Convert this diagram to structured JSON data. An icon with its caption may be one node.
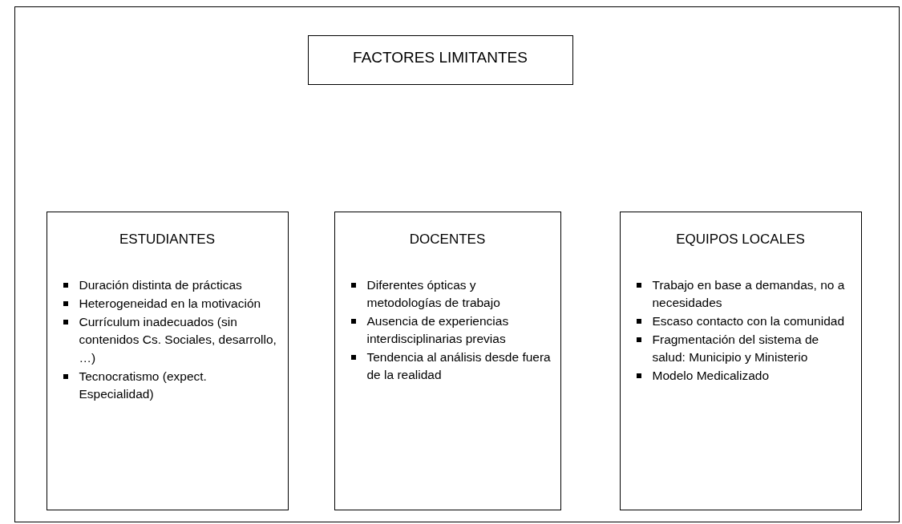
{
  "diagram": {
    "nodes": [
      {
        "text": [],
        "shape": "box"
      },
      {
        "text": [
          "FACTORES LIMITANTES"
        ],
        "in": 0
      },
      {
        "text": [
          "ESTUDIANTES",
          "Duración distinta de prácticas",
          "Heterogeneidad en la motivación",
          "Currículum inadecuados  (sin contenidos Cs. Sociales, desarrollo, …)",
          "Tecnocratismo (expect. Especialidad)"
        ],
        "in": 0
      },
      {
        "text": [
          "DOCENTES",
          "Diferentes ópticas y metodologías de trabajo",
          "Ausencia de experiencias interdisciplinarias previas",
          "Tendencia al análisis desde fuera de la realidad"
        ],
        "in": 0
      },
      {
        "text": [
          "EQUIPOS LOCALES",
          "Trabajo en base a demandas, no a necesidades",
          "Escaso contacto con la comunidad",
          "Fragmentación del sistema de salud: Municipio y Ministerio",
          "Modelo Medicalizado"
        ],
        "in": 0
      }
    ]
  }
}
